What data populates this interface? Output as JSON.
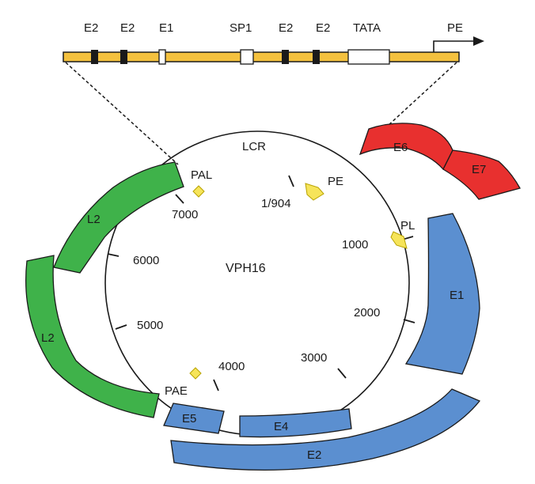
{
  "lcr": {
    "label": "LCR",
    "elements": [
      {
        "label": "E2",
        "type": "filled"
      },
      {
        "label": "E2",
        "type": "filled"
      },
      {
        "label": "E1",
        "type": "open"
      },
      {
        "label": "SP1",
        "type": "open"
      },
      {
        "label": "E2",
        "type": "filled"
      },
      {
        "label": "E2",
        "type": "filled"
      },
      {
        "label": "TATA",
        "type": "open"
      }
    ],
    "promoter_label": "PE"
  },
  "genome": {
    "name": "VPH16",
    "position_ticks": [
      {
        "label": "1/904"
      },
      {
        "label": "1000"
      },
      {
        "label": "2000"
      },
      {
        "label": "3000"
      },
      {
        "label": "4000"
      },
      {
        "label": "5000"
      },
      {
        "label": "6000"
      },
      {
        "label": "7000"
      }
    ],
    "promoters": [
      {
        "label": "PE"
      },
      {
        "label": "PL"
      }
    ],
    "polyadenylation_sites": [
      {
        "label": "PAL"
      },
      {
        "label": "PAE"
      }
    ]
  },
  "genes": [
    {
      "label": "E6",
      "class": "oncogene"
    },
    {
      "label": "E7",
      "class": "oncogene"
    },
    {
      "label": "E1",
      "class": "early"
    },
    {
      "label": "E2",
      "class": "early"
    },
    {
      "label": "E4",
      "class": "early"
    },
    {
      "label": "E5",
      "class": "early"
    },
    {
      "label": "L2",
      "class": "late"
    },
    {
      "label": "L2",
      "class": "late"
    }
  ],
  "colors": {
    "oncogene": "#e8302f",
    "early": "#5b8fd0",
    "late": "#3fb24a",
    "lcr_bar": "#f4c13e",
    "marker": "#f6e45a",
    "line": "#1a1a1a"
  }
}
